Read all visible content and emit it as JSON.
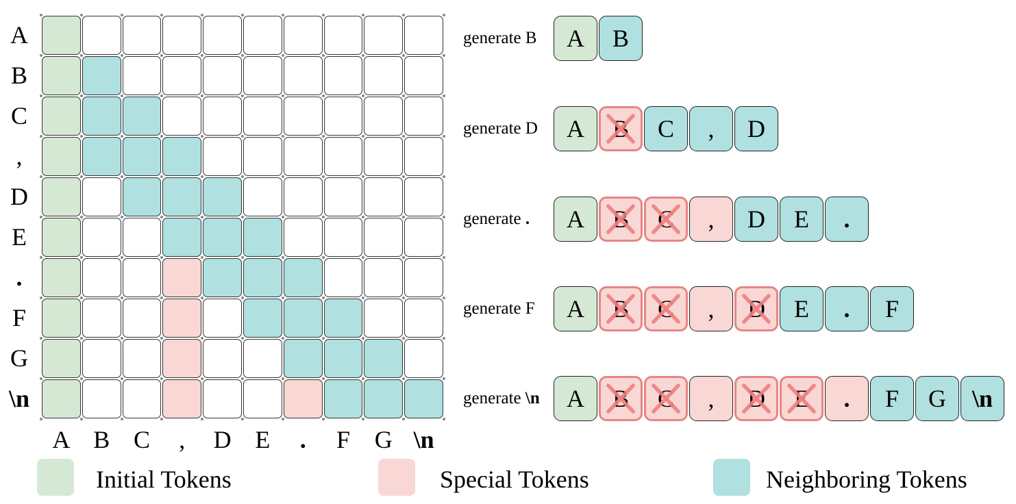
{
  "tokens": [
    {
      "text": "A",
      "bold": false
    },
    {
      "text": "B",
      "bold": false
    },
    {
      "text": "C",
      "bold": false
    },
    {
      "text": ",",
      "bold": false
    },
    {
      "text": "D",
      "bold": false
    },
    {
      "text": "E",
      "bold": false
    },
    {
      "text": ".",
      "bold": true
    },
    {
      "text": "F",
      "bold": false
    },
    {
      "text": "G",
      "bold": false
    },
    {
      "text": "\\n",
      "bold": true
    }
  ],
  "matrix": [
    [
      "i",
      "w",
      "w",
      "w",
      "w",
      "w",
      "w",
      "w",
      "w",
      "w"
    ],
    [
      "i",
      "n",
      "w",
      "w",
      "w",
      "w",
      "w",
      "w",
      "w",
      "w"
    ],
    [
      "i",
      "n",
      "n",
      "w",
      "w",
      "w",
      "w",
      "w",
      "w",
      "w"
    ],
    [
      "i",
      "n",
      "n",
      "n",
      "w",
      "w",
      "w",
      "w",
      "w",
      "w"
    ],
    [
      "i",
      "w",
      "n",
      "n",
      "n",
      "w",
      "w",
      "w",
      "w",
      "w"
    ],
    [
      "i",
      "w",
      "w",
      "n",
      "n",
      "n",
      "w",
      "w",
      "w",
      "w"
    ],
    [
      "i",
      "w",
      "w",
      "s",
      "n",
      "n",
      "n",
      "w",
      "w",
      "w"
    ],
    [
      "i",
      "w",
      "w",
      "s",
      "w",
      "n",
      "n",
      "n",
      "w",
      "w"
    ],
    [
      "i",
      "w",
      "w",
      "s",
      "w",
      "w",
      "n",
      "n",
      "n",
      "w"
    ],
    [
      "i",
      "w",
      "w",
      "s",
      "w",
      "w",
      "s",
      "n",
      "n",
      "n"
    ]
  ],
  "generation_steps": [
    {
      "caption_prefix": "generate ",
      "caption_token": "B",
      "caption_bold": false,
      "tokens": [
        {
          "text": "A",
          "state": "initial"
        },
        {
          "text": "B",
          "state": "neighbor"
        }
      ]
    },
    {
      "caption_prefix": "generate ",
      "caption_token": "D",
      "caption_bold": false,
      "tokens": [
        {
          "text": "A",
          "state": "initial"
        },
        {
          "text": "B",
          "state": "removed"
        },
        {
          "text": "C",
          "state": "neighbor"
        },
        {
          "text": ",",
          "state": "neighbor"
        },
        {
          "text": "D",
          "state": "neighbor"
        }
      ]
    },
    {
      "caption_prefix": "generate ",
      "caption_token": ".",
      "caption_bold": true,
      "tokens": [
        {
          "text": "A",
          "state": "initial"
        },
        {
          "text": "B",
          "state": "removed"
        },
        {
          "text": "C",
          "state": "removed"
        },
        {
          "text": ",",
          "state": "special"
        },
        {
          "text": "D",
          "state": "neighbor"
        },
        {
          "text": "E",
          "state": "neighbor"
        },
        {
          "text": ".",
          "state": "neighbor",
          "bold": true
        }
      ]
    },
    {
      "caption_prefix": "generate ",
      "caption_token": "F",
      "caption_bold": false,
      "tokens": [
        {
          "text": "A",
          "state": "initial"
        },
        {
          "text": "B",
          "state": "removed"
        },
        {
          "text": "C",
          "state": "removed"
        },
        {
          "text": ",",
          "state": "special"
        },
        {
          "text": "D",
          "state": "removed"
        },
        {
          "text": "E",
          "state": "neighbor"
        },
        {
          "text": ".",
          "state": "neighbor",
          "bold": true
        },
        {
          "text": "F",
          "state": "neighbor"
        }
      ]
    },
    {
      "caption_prefix": "generate ",
      "caption_token": "\\n",
      "caption_bold": true,
      "tokens": [
        {
          "text": "A",
          "state": "initial"
        },
        {
          "text": "B",
          "state": "removed"
        },
        {
          "text": "C",
          "state": "removed"
        },
        {
          "text": ",",
          "state": "special"
        },
        {
          "text": "D",
          "state": "removed"
        },
        {
          "text": "E",
          "state": "removed"
        },
        {
          "text": ".",
          "state": "special",
          "bold": true
        },
        {
          "text": "F",
          "state": "neighbor"
        },
        {
          "text": "G",
          "state": "neighbor"
        },
        {
          "text": "\\n",
          "state": "neighbor",
          "bold": true
        }
      ]
    }
  ],
  "legend": [
    {
      "label": "Initial Tokens",
      "color": "#d5e8d4"
    },
    {
      "label": "Special Tokens",
      "color": "#f8d7d4"
    },
    {
      "label": "Neighboring Tokens",
      "color": "#b0e0e0"
    }
  ],
  "colors": {
    "initial": "#d5e8d4",
    "special": "#f8d7d4",
    "neighbor": "#b0e0e0",
    "removed_border": "#e88585",
    "cross": "#f08080"
  }
}
